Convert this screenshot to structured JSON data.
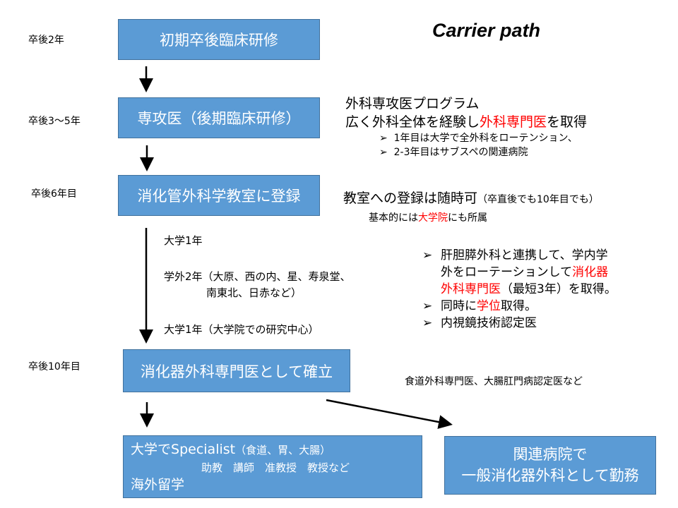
{
  "title": "Carrier path",
  "year_labels": [
    "卒後2年",
    "卒後3〜5年",
    "卒後6年目",
    "卒後10年目"
  ],
  "boxes": {
    "b1": "初期卒後臨床研修",
    "b2": "専攻医（後期臨床研修）",
    "b3": "消化管外科学教室に登録",
    "b4": "消化器外科専門医として確立",
    "b5_line1_a": "大学で",
    "b5_line1_b": "Specialist",
    "b5_line1_c": "（食道、胃、大腸）",
    "b5_line2": "助教　講師　准教授　教授など",
    "b5_line3": "海外留学",
    "b6_line1": "関連病院で",
    "b6_line2": "一般消化器外科として勤務"
  },
  "program": {
    "heading": "外科専攻医プログラム",
    "line2_a": "広く外科全体を経験し",
    "line2_red": "外科専門医",
    "line2_b": "を取得",
    "bullets": [
      "1年目は大学で全外科をローテンション、",
      "2-3年目はサブスペの関連病院"
    ]
  },
  "registration": {
    "main": "教室への登録は随時可",
    "note": "（卒直後でも10年目でも）",
    "sub_a": "基本的には",
    "sub_red": "大学院",
    "sub_b": "にも所属"
  },
  "rotation": {
    "l1": "大学1年",
    "l2": "学外2年（大原、西の内、星、寿泉堂、",
    "l3": "南東北、日赤など）",
    "l4": "大学1年（大学院での研究中心）"
  },
  "specialist": {
    "b1_a": "肝胆膵外科と連携して、学内学",
    "b1_b": "外をローテーションして",
    "b1_red1": "消化器",
    "b1_red2": "外科専門医",
    "b1_c": "（最短3年）を取得。",
    "b2_a": "同時に",
    "b2_red": "学位",
    "b2_b": "取得。",
    "b3": "内視鏡技術認定医"
  },
  "subspecialty": "食道外科専門医、大腸肛門病認定医など",
  "colors": {
    "box": "#5b9bd5",
    "border": "#41719c",
    "accent": "#ff0000"
  }
}
